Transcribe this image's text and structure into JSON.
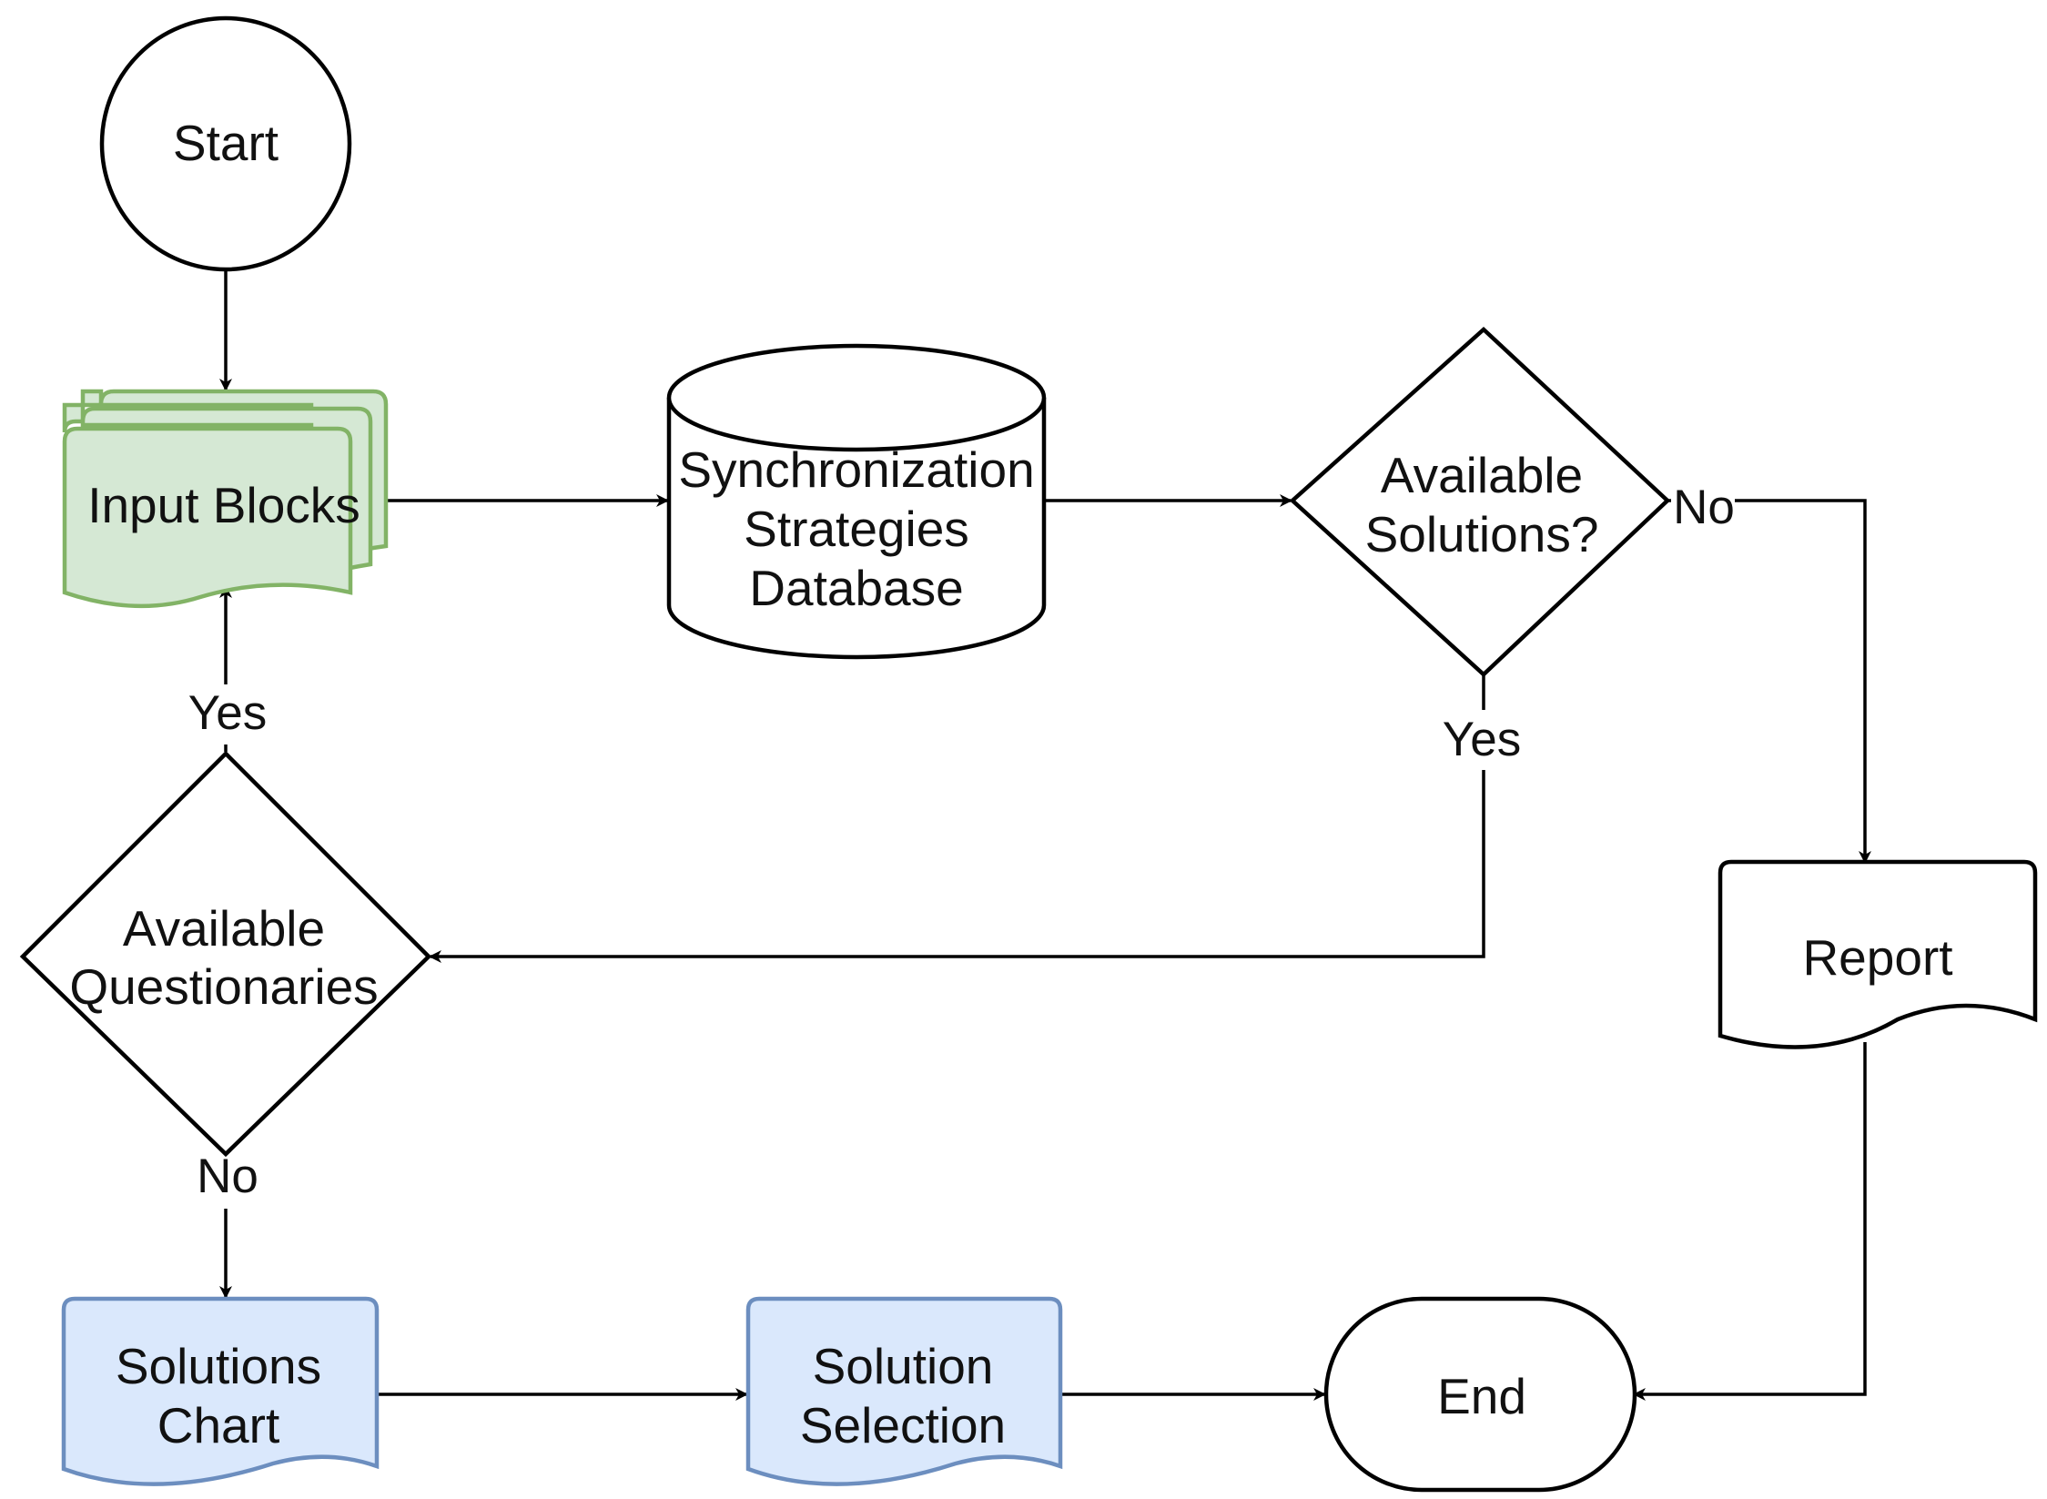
{
  "diagram": {
    "nodes": {
      "start": {
        "label": "Start",
        "shape": "circle"
      },
      "input_blocks": {
        "label": "Input Blocks",
        "shape": "multi-document",
        "fill": "#d5e8d4",
        "stroke": "#82b366"
      },
      "database": {
        "lines": [
          "Synchronization",
          "Strategies",
          "Database"
        ],
        "shape": "cylinder"
      },
      "available_solutions": {
        "lines": [
          "Available",
          "Solutions?"
        ],
        "shape": "diamond"
      },
      "available_questionaries": {
        "lines": [
          "Available",
          "Questionaries"
        ],
        "shape": "diamond"
      },
      "report": {
        "label": "Report",
        "shape": "document"
      },
      "solutions_chart": {
        "lines": [
          "Solutions",
          "Chart"
        ],
        "shape": "document",
        "fill": "#dae8fc",
        "stroke": "#6c8ebf"
      },
      "solution_selection": {
        "lines": [
          "Solution",
          "Selection"
        ],
        "shape": "document",
        "fill": "#dae8fc",
        "stroke": "#6c8ebf"
      },
      "end": {
        "label": "End",
        "shape": "terminator"
      }
    },
    "edges": [
      {
        "from": "start",
        "to": "input_blocks",
        "label": ""
      },
      {
        "from": "input_blocks",
        "to": "database",
        "label": ""
      },
      {
        "from": "database",
        "to": "available_solutions",
        "label": ""
      },
      {
        "from": "available_solutions",
        "to": "report",
        "label": "No"
      },
      {
        "from": "available_solutions",
        "to": "available_questionaries",
        "label": "Yes"
      },
      {
        "from": "available_questionaries",
        "to": "input_blocks",
        "label": "Yes"
      },
      {
        "from": "available_questionaries",
        "to": "solutions_chart",
        "label": "No"
      },
      {
        "from": "solutions_chart",
        "to": "solution_selection",
        "label": ""
      },
      {
        "from": "solution_selection",
        "to": "end",
        "label": ""
      },
      {
        "from": "report",
        "to": "end",
        "label": ""
      }
    ],
    "colors": {
      "line": "#000000",
      "green_fill": "#d5e8d4",
      "green_stroke": "#82b366",
      "blue_fill": "#dae8fc",
      "blue_stroke": "#6c8ebf"
    }
  }
}
